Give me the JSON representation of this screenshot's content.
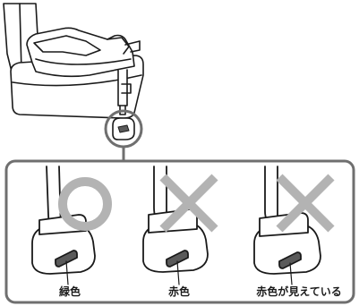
{
  "colors": {
    "line": "#1a1a1a",
    "mark": "#b3b3b3",
    "frame": "#6f6f6f",
    "indicator_green": "#5a5a5a",
    "indicator_red": "#5a5a5a"
  },
  "panels": [
    {
      "label": "緑色",
      "verdict_icon": "circle-ok-icon",
      "indicator": "green"
    },
    {
      "label": "赤色",
      "verdict_icon": "cross-ng-icon",
      "indicator": "red"
    },
    {
      "label": "赤色が見えている",
      "verdict_icon": "cross-ng-icon",
      "indicator": "red-visible"
    }
  ]
}
